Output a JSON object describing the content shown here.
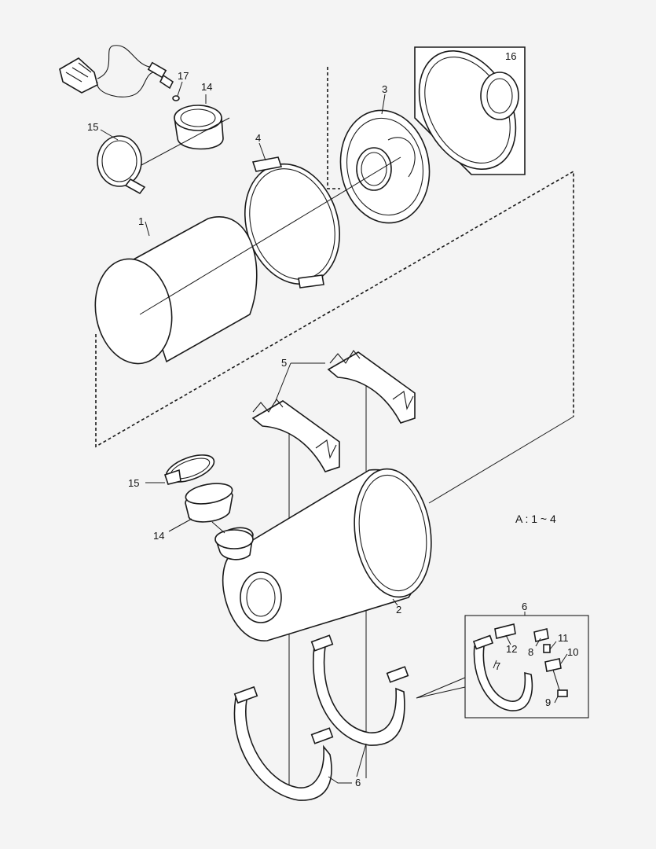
{
  "diagram": {
    "note": "A : 1 ~ 4",
    "callouts": {
      "c1": "1",
      "c2": "2",
      "c3": "3",
      "c4": "4",
      "c5": "5",
      "c6_detail": "6",
      "c6_main": "6",
      "c7": "7",
      "c8": "8",
      "c9": "9",
      "c10": "10",
      "c11": "11",
      "c12": "12",
      "c14_top": "14",
      "c14_low": "14",
      "c15_top": "15",
      "c15_low": "15",
      "c16": "16",
      "c17": "17"
    }
  }
}
